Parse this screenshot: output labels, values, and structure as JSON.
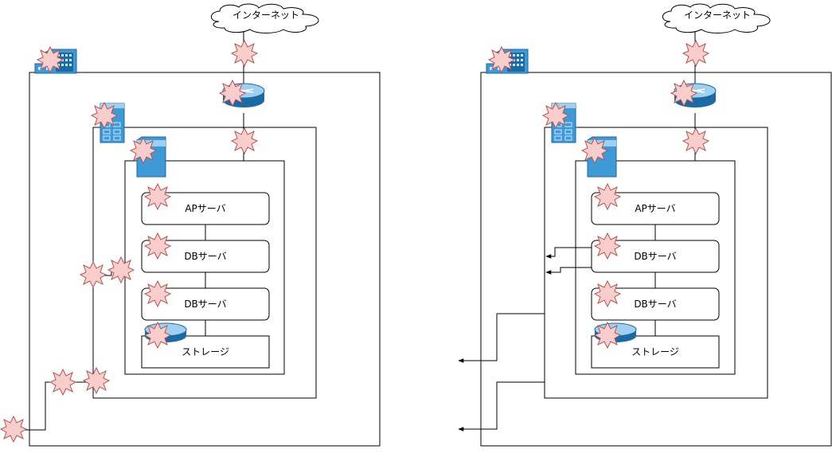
{
  "colors": {
    "line": "#000000",
    "star_fill": "#f8cecc",
    "star_stroke": "#b85450",
    "device_light": "#9fd0ef",
    "device_mid": "#3d9ad6",
    "device_dark": "#1a6aa6"
  },
  "icons": [
    "cloud-icon",
    "building-icon",
    "server-rack-icon",
    "server-icon",
    "router-icon",
    "storage-icon",
    "explosion-star-icon"
  ],
  "diagrams": [
    {
      "cloud_label": "インターネット",
      "servers": [
        {
          "label": "APサーバ"
        },
        {
          "label": "DBサーバ"
        },
        {
          "label": "DBサーバ"
        }
      ],
      "storage_label": "ストレージ"
    },
    {
      "cloud_label": "インターネット",
      "servers": [
        {
          "label": "APサーバ"
        },
        {
          "label": "DBサーバ"
        },
        {
          "label": "DBサーバ"
        }
      ],
      "storage_label": "ストレージ"
    }
  ]
}
